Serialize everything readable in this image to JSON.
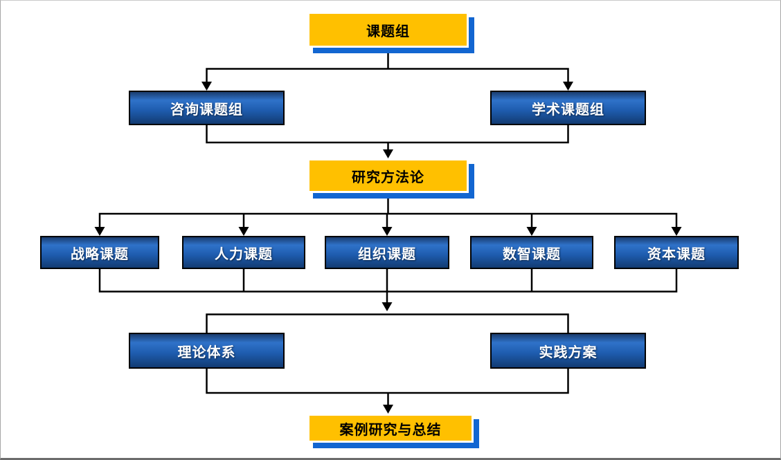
{
  "diagram": {
    "type": "flowchart",
    "background": "#FFFFFF",
    "nodes": [
      {
        "id": "research-group",
        "label": "课题组",
        "style": "milestone"
      },
      {
        "id": "consulting-group",
        "label": "咨询课题组",
        "style": "topic"
      },
      {
        "id": "academic-group",
        "label": "学术课题组",
        "style": "topic"
      },
      {
        "id": "methodology",
        "label": "研究方法论",
        "style": "milestone"
      },
      {
        "id": "strategy-topic",
        "label": "战略课题",
        "style": "topic"
      },
      {
        "id": "hr-topic",
        "label": "人力课题",
        "style": "topic"
      },
      {
        "id": "organization-topic",
        "label": "组织课题",
        "style": "topic"
      },
      {
        "id": "digital-topic",
        "label": "数智课题",
        "style": "topic"
      },
      {
        "id": "capital-topic",
        "label": "资本课题",
        "style": "topic"
      },
      {
        "id": "theory-system",
        "label": "理论体系",
        "style": "topic"
      },
      {
        "id": "practice-plan",
        "label": "实践方案",
        "style": "topic"
      },
      {
        "id": "case-study-summary",
        "label": "案例研究与总结",
        "style": "milestone"
      }
    ],
    "edges": [
      {
        "from": "research-group",
        "to": "consulting-group",
        "arrow": true
      },
      {
        "from": "research-group",
        "to": "academic-group",
        "arrow": true
      },
      {
        "from": "consulting-group",
        "to": "methodology",
        "arrow": true
      },
      {
        "from": "academic-group",
        "to": "methodology",
        "arrow": true
      },
      {
        "from": "methodology",
        "to": "strategy-topic",
        "arrow": true
      },
      {
        "from": "methodology",
        "to": "hr-topic",
        "arrow": true
      },
      {
        "from": "methodology",
        "to": "organization-topic",
        "arrow": true
      },
      {
        "from": "methodology",
        "to": "digital-topic",
        "arrow": true
      },
      {
        "from": "methodology",
        "to": "capital-topic",
        "arrow": true
      },
      {
        "from": "strategy-topic",
        "to": "theory-system",
        "arrow": true
      },
      {
        "from": "hr-topic",
        "to": "theory-system",
        "arrow": true
      },
      {
        "from": "organization-topic",
        "to": "theory-system",
        "arrow": true
      },
      {
        "from": "digital-topic",
        "to": "practice-plan",
        "arrow": true
      },
      {
        "from": "capital-topic",
        "to": "practice-plan",
        "arrow": true
      },
      {
        "from": "theory-system",
        "to": "case-study-summary",
        "arrow": true
      },
      {
        "from": "practice-plan",
        "to": "case-study-summary",
        "arrow": true
      }
    ],
    "colors": {
      "milestone_fill": "#FFC000",
      "milestone_shadow": "#1266D1",
      "topic_gradient_top": "#1A3C6E",
      "topic_gradient_mid": "#2F72C9",
      "topic_gradient_bottom": "#123B72",
      "connector": "#000000",
      "text_on_topic": "#FFFFFF",
      "text_on_milestone": "#000000"
    }
  }
}
